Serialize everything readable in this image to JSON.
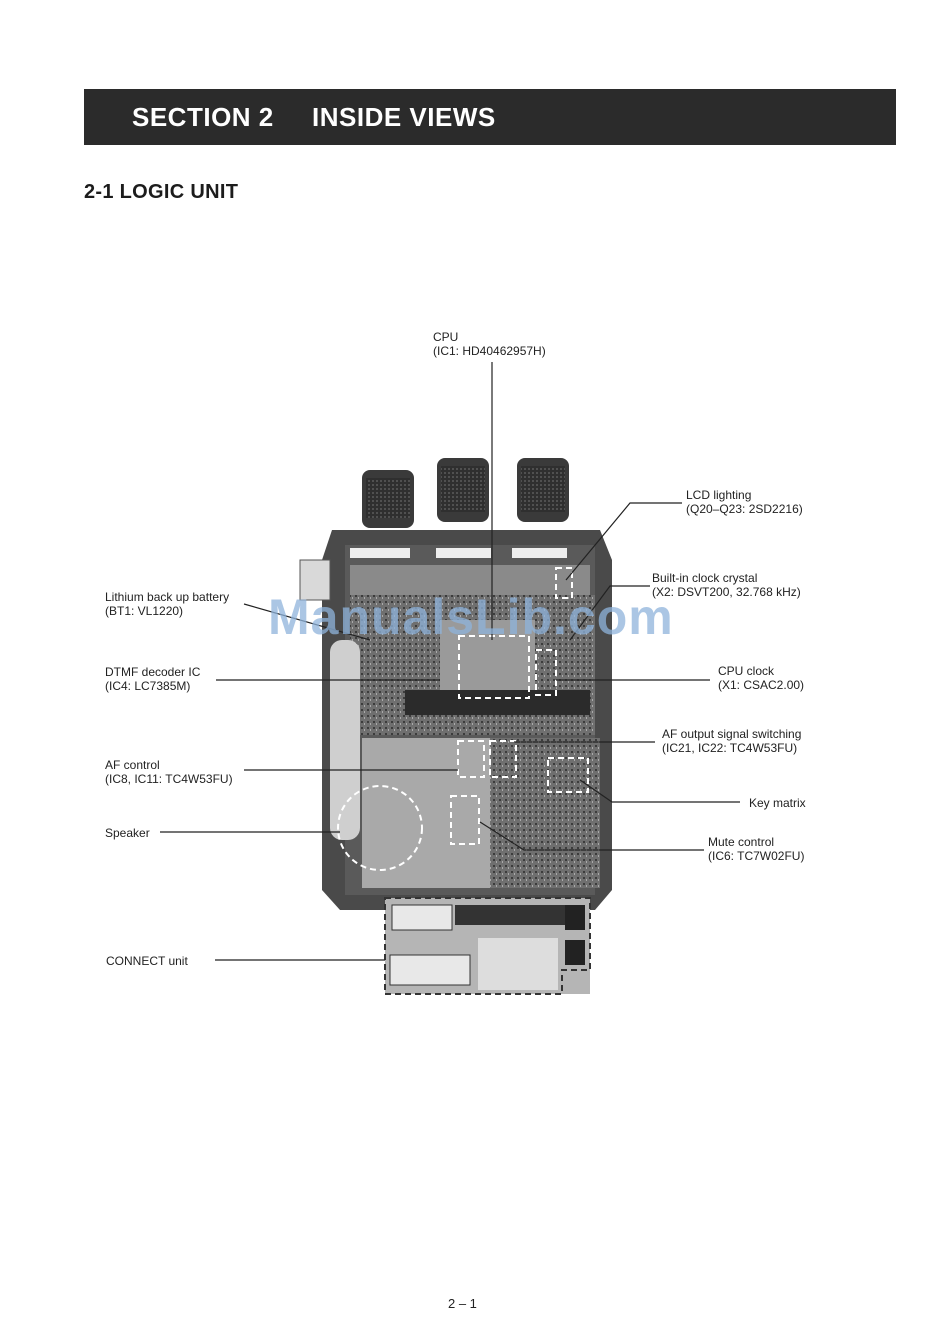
{
  "header": {
    "section_number": "SECTION 2",
    "section_title": "INSIDE VIEWS"
  },
  "subsection": {
    "title": "2-1 LOGIC UNIT"
  },
  "callouts": {
    "cpu": {
      "name": "CPU",
      "part": "(IC1: HD40462957H)"
    },
    "lcd_lighting": {
      "name": "LCD lighting",
      "part": "(Q20–Q23: 2SD2216)"
    },
    "clock_crystal": {
      "name": "Built-in clock crystal",
      "part": "(X2: DSVT200, 32.768 kHz)"
    },
    "lithium_battery": {
      "name": "Lithium back up battery",
      "part": "(BT1: VL1220)"
    },
    "cpu_clock": {
      "name": "CPU clock",
      "part": "(X1: CSAC2.00)"
    },
    "dtmf_decoder": {
      "name": "DTMF decoder IC",
      "part": "(IC4: LC7385M)"
    },
    "af_output_switching": {
      "name": "AF output signal switching",
      "part": "(IC21, IC22: TC4W53FU)"
    },
    "af_control": {
      "name": "AF control",
      "part": "(IC8, IC11: TC4W53FU)"
    },
    "key_matrix": {
      "name": "Key matrix"
    },
    "speaker": {
      "name": "Speaker"
    },
    "mute_control": {
      "name": "Mute control",
      "part": "(IC6: TC7W02FU)"
    },
    "connect_unit": {
      "name": "CONNECT unit"
    }
  },
  "watermark": "ManualsLib.com",
  "page_number": "2 – 1",
  "colors": {
    "section_bar": "#2b2b2b",
    "watermark": "#8fb4dc"
  }
}
